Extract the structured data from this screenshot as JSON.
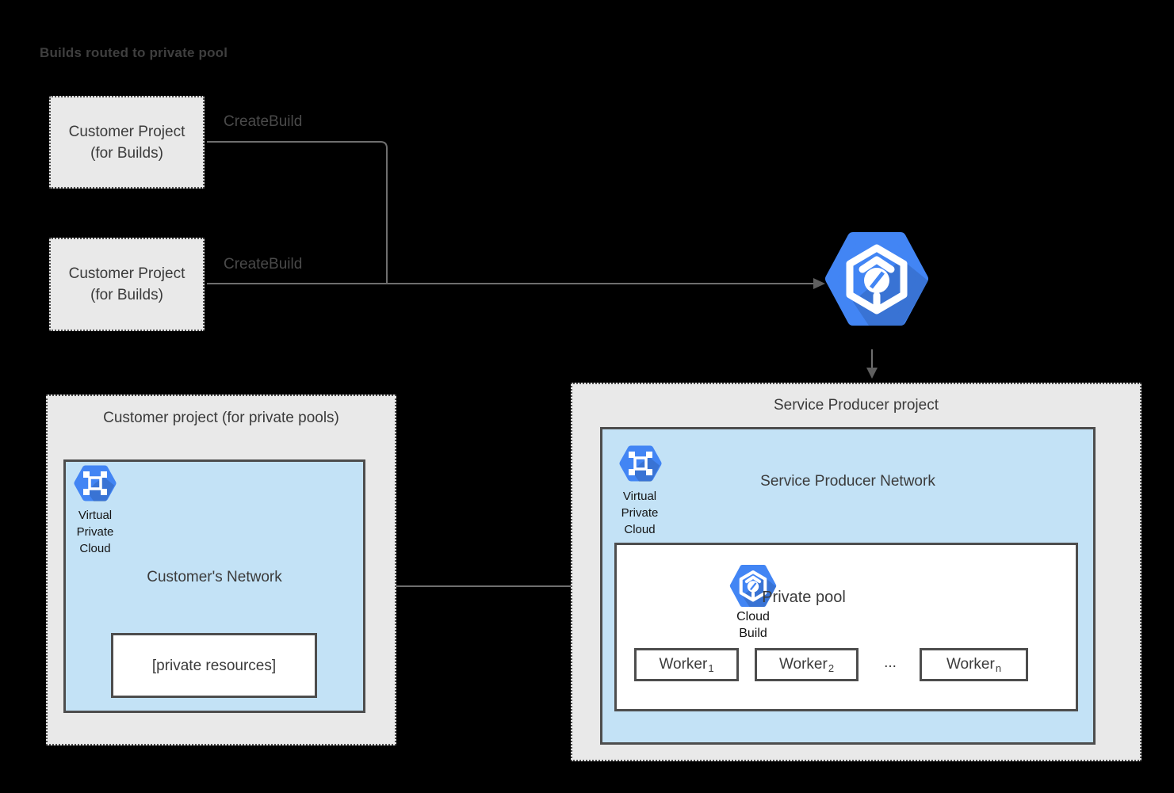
{
  "title": "Builds routed to private pool",
  "edges": {
    "create_build_1": "CreateBuild",
    "create_build_2": "CreateBuild"
  },
  "customer_build_1": {
    "line1": "Customer Project",
    "line2": "(for Builds)"
  },
  "customer_build_2": {
    "line1": "Customer Project",
    "line2": "(for Builds)"
  },
  "service_producer": {
    "title": "Service Producer project",
    "network": {
      "title": "Service Producer Network",
      "vpc": {
        "line1": "Virtual",
        "line2": "Private",
        "line3": "Cloud"
      },
      "pool": {
        "title": "Private pool",
        "cloud_build": {
          "line1": "Cloud",
          "line2": "Build"
        },
        "workers": [
          {
            "name": "Worker",
            "sub": "1"
          },
          {
            "name": "Worker",
            "sub": "2"
          },
          {
            "name": "Worker",
            "sub": "n"
          }
        ],
        "ellipsis": "..."
      }
    }
  },
  "customer_pools": {
    "title": "Customer project (for private pools)",
    "network": {
      "title": "Customer's Network",
      "vpc": {
        "line1": "Virtual",
        "line2": "Private",
        "line3": "Cloud"
      },
      "private_resources": "[private resources]"
    }
  },
  "icons": {
    "cloud_build": "cloud-build-icon",
    "vpc": "virtual-private-cloud-icon"
  },
  "colors": {
    "background": "#000000",
    "icon_blue": "#4285f4",
    "network_fill": "#c3e2f6",
    "project_fill": "#e9e9e9",
    "border_dark": "#4d4d4d",
    "connector_gray": "#6e6e6e",
    "text_gray": "#3b3b3b"
  }
}
